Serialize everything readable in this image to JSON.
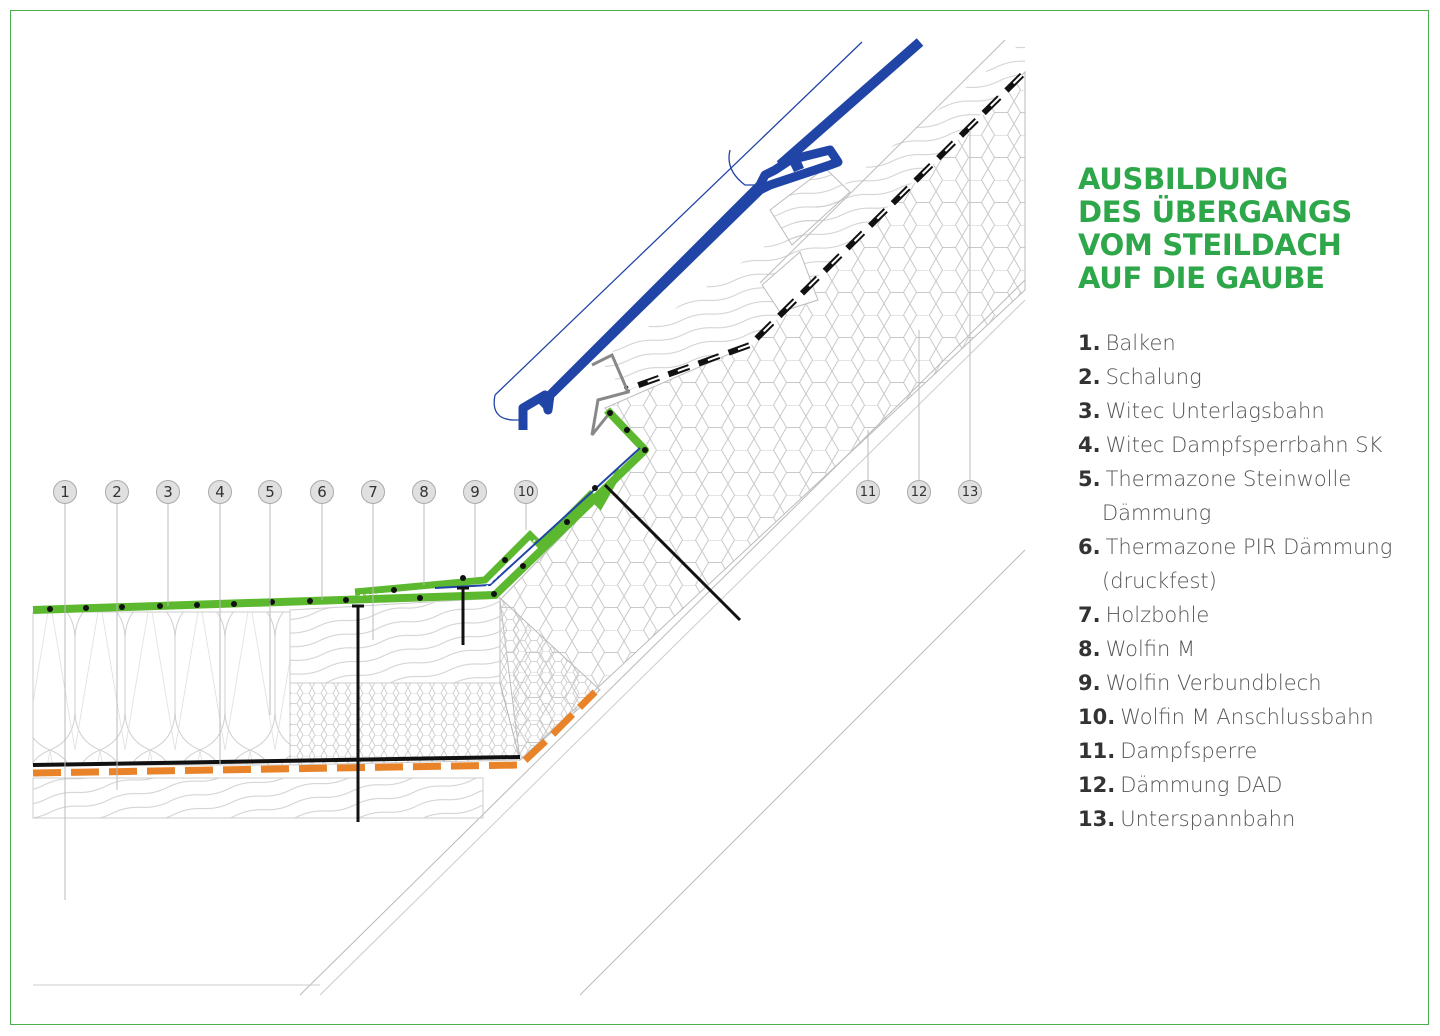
{
  "title_lines": [
    "AUSBILDUNG",
    "DES ÜBERGANGS",
    "VOM STEILDACH",
    "AUF DIE GAUBE"
  ],
  "legend": [
    {
      "num": "1.",
      "label": "Balken"
    },
    {
      "num": "2.",
      "label": "Schalung"
    },
    {
      "num": "3.",
      "label": "Witec Unterlagsbahn"
    },
    {
      "num": "4.",
      "label": "Witec Dampfsperrbahn SK"
    },
    {
      "num": "5.",
      "label": "Thermazone Steinwolle",
      "label2": "Dämmung"
    },
    {
      "num": "6.",
      "label": "Thermazone PIR Dämmung",
      "label2": "(druckfest)"
    },
    {
      "num": "7.",
      "label": "Holzbohle"
    },
    {
      "num": "8.",
      "label": "Wolfin M"
    },
    {
      "num": "9.",
      "label": "Wolfin Verbundblech"
    },
    {
      "num": "10.",
      "label": "Wolfin M Anschlussbahn"
    },
    {
      "num": "11.",
      "label": "Dampfsperre"
    },
    {
      "num": "12.",
      "label": "Dämmung DAD"
    },
    {
      "num": "13.",
      "label": "Unterspannbahn"
    }
  ],
  "callouts": [
    "1",
    "2",
    "3",
    "4",
    "5",
    "6",
    "7",
    "8",
    "9",
    "10",
    "11",
    "12",
    "13"
  ],
  "colors": {
    "title": "#2ea64a",
    "membrane_green": "#5cb82e",
    "tile_blue": "#2145a6",
    "vapor_orange": "#e8832a",
    "frame": "#4caf50"
  }
}
